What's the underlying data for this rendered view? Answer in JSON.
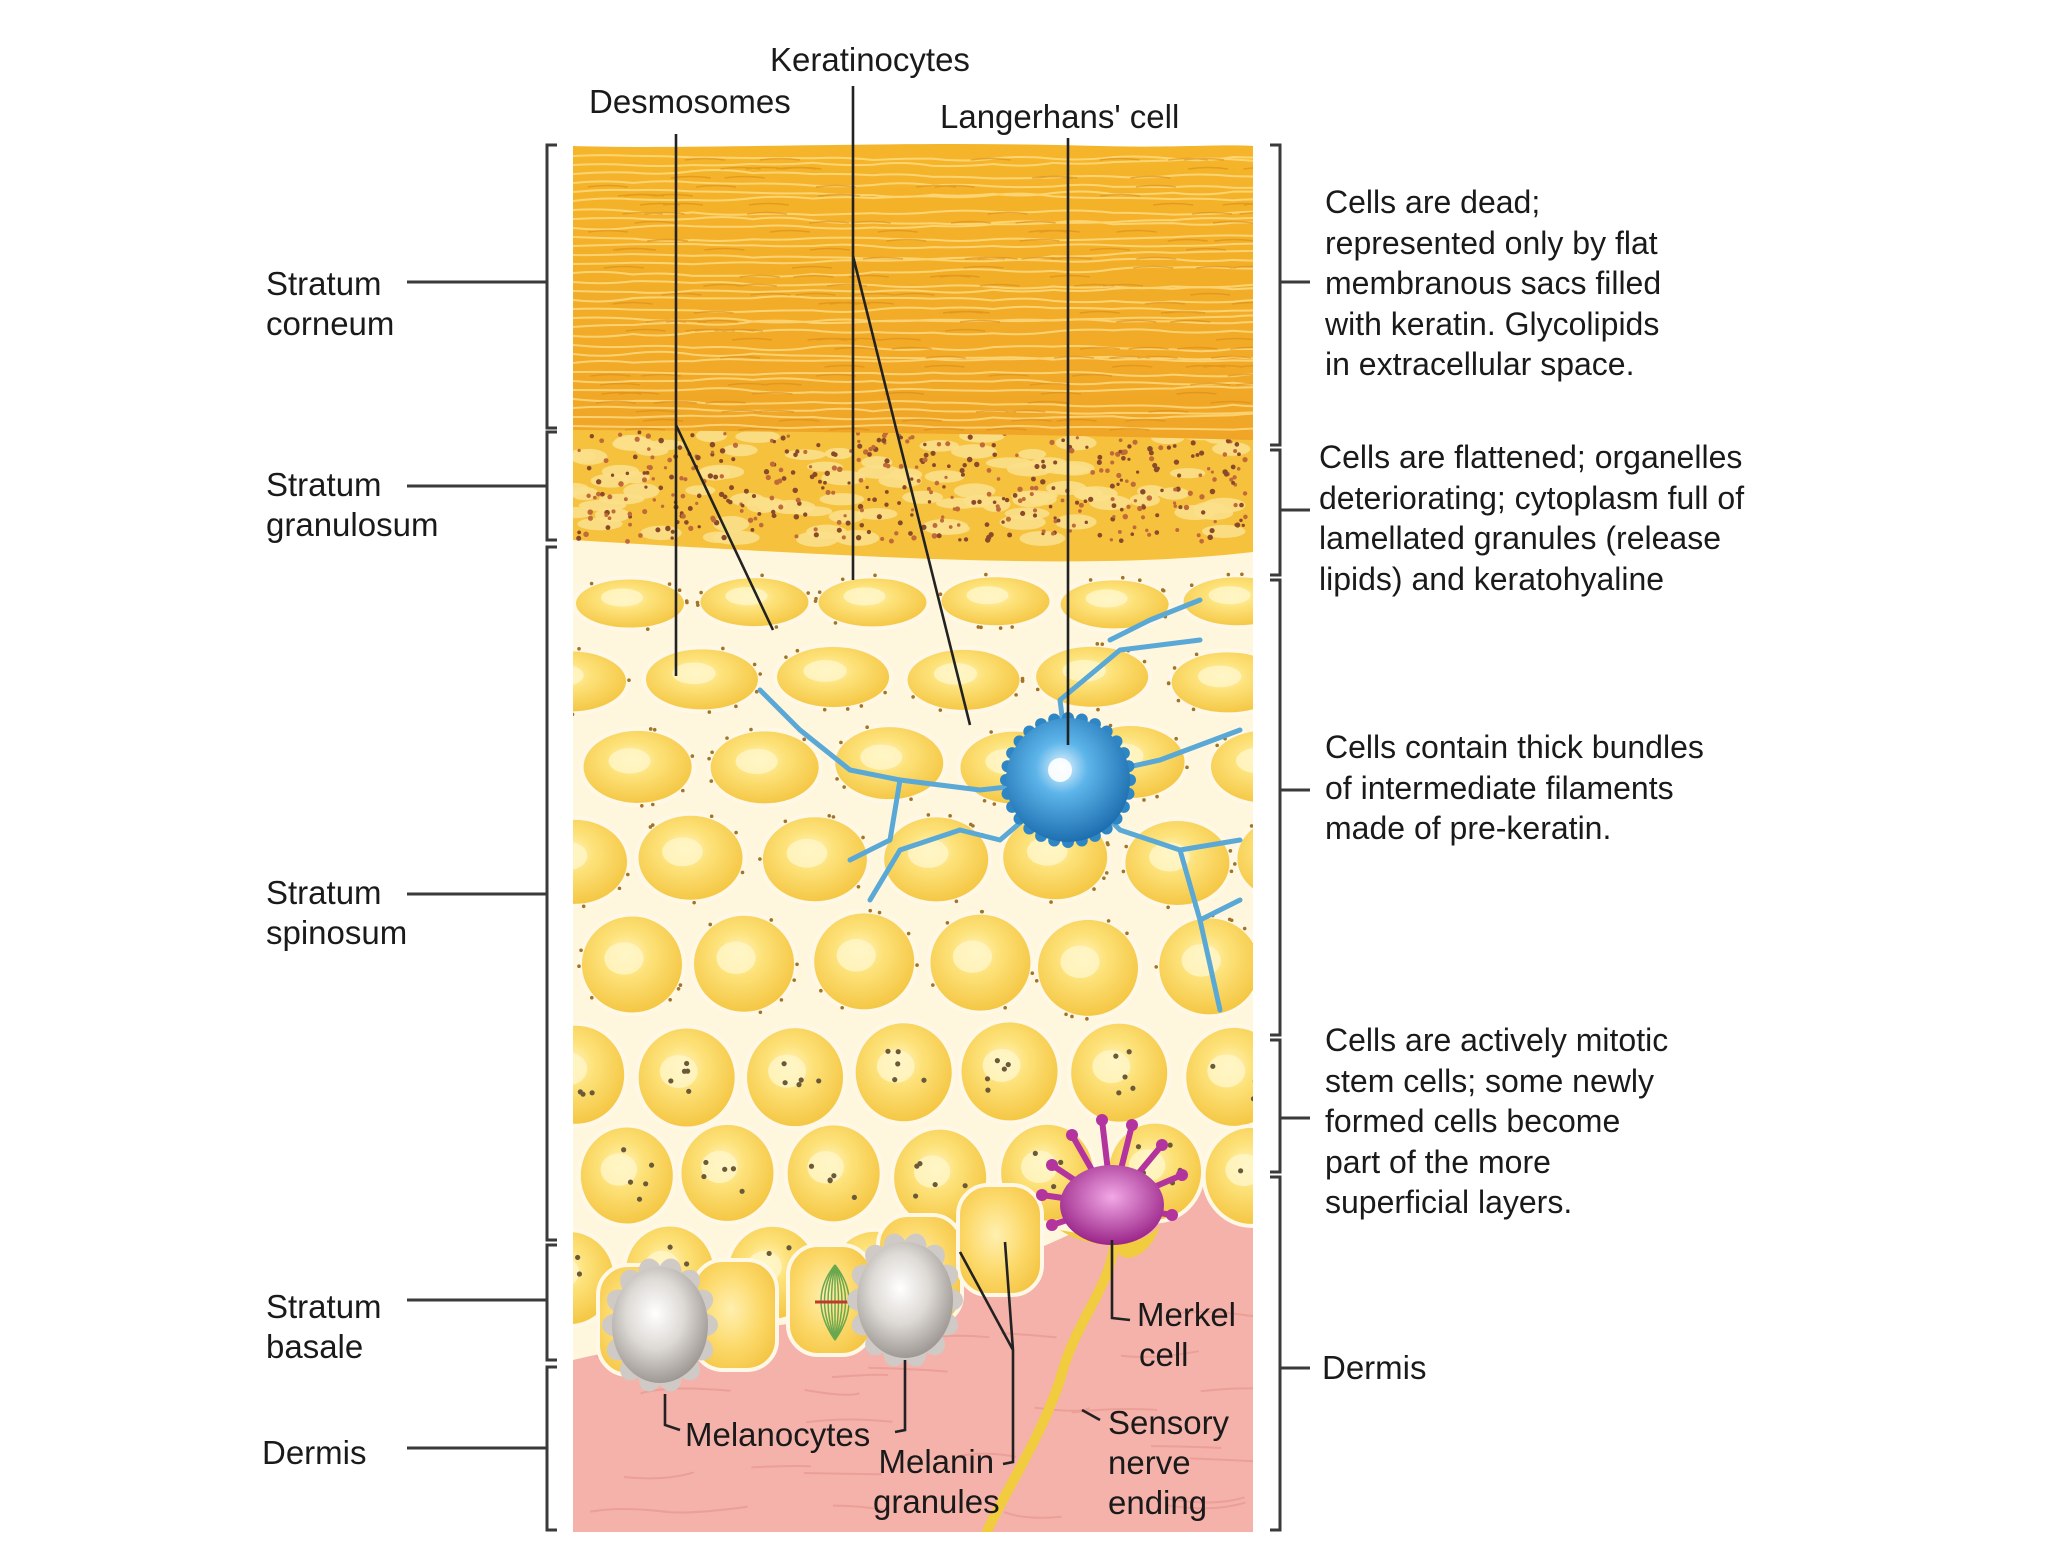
{
  "layers": {
    "corneum": [
      "Stratum",
      "corneum"
    ],
    "granulosum": [
      "Stratum",
      "granulosum"
    ],
    "spinosum": [
      "Stratum",
      "spinosum"
    ],
    "basale": [
      "Stratum",
      "basale"
    ],
    "dermis": "Dermis"
  },
  "top_labels": {
    "keratinocytes": "Keratinocytes",
    "desmosomes": "Desmosomes",
    "langerhans": "Langerhans' cell"
  },
  "bottom_labels": {
    "melanocytes": "Melanocytes",
    "melanin": [
      "Melanin",
      "granules"
    ],
    "merkel": [
      "Merkel",
      "cell"
    ],
    "sensory": [
      "Sensory",
      "nerve",
      "ending"
    ]
  },
  "descriptions": {
    "corneum": [
      "Cells are dead;",
      "represented only by flat",
      "membranous sacs filled",
      "with keratin. Glycolipids",
      "in extracellular space."
    ],
    "granulosum": [
      "Cells are flattened; organelles",
      "deteriorating; cytoplasm full of",
      "lamellated granules (release",
      "lipids) and keratohyaline"
    ],
    "spinosum": [
      "Cells contain thick bundles",
      "of intermediate filaments",
      "made of pre-keratin."
    ],
    "basale": [
      "Cells are actively mitotic",
      "stem cells; some newly",
      "formed cells become",
      "part of the more",
      "superficial layers."
    ],
    "dermis": "Dermis"
  },
  "colors": {
    "corneum": "#f2b22b",
    "cell_fill": "#fbd75e",
    "cell_highlight": "#fff3b8",
    "cell_border": "#fff8e6",
    "langerhans": "#2f8fd0",
    "langerhans_branch": "#5aa8d6",
    "merkel": "#b3339f",
    "dermis": "#f4b2aa",
    "melanocyte": "#d8d4d0",
    "nerve": "#f0cc3e",
    "line": "#222222"
  }
}
